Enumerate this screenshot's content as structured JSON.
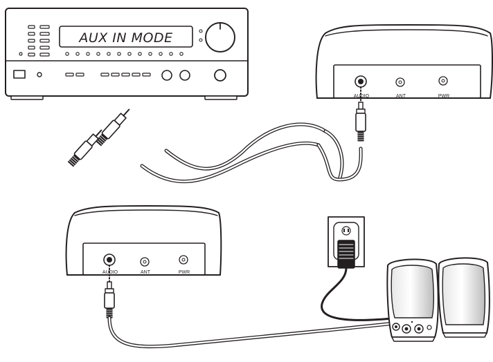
{
  "receiver": {
    "display_text": "AUX IN MODE"
  },
  "transmitter_top": {
    "ports": [
      {
        "label": "AUDIO"
      },
      {
        "label": "ANT"
      },
      {
        "label": "PWR"
      }
    ]
  },
  "transmitter_bottom": {
    "ports": [
      {
        "label": "AUDIO"
      },
      {
        "label": "ANT"
      },
      {
        "label": "PWR"
      }
    ]
  },
  "colors": {
    "line": "#231f20",
    "fill": "#ffffff",
    "shade": "#c8c8c8",
    "dark": "#231f20"
  }
}
